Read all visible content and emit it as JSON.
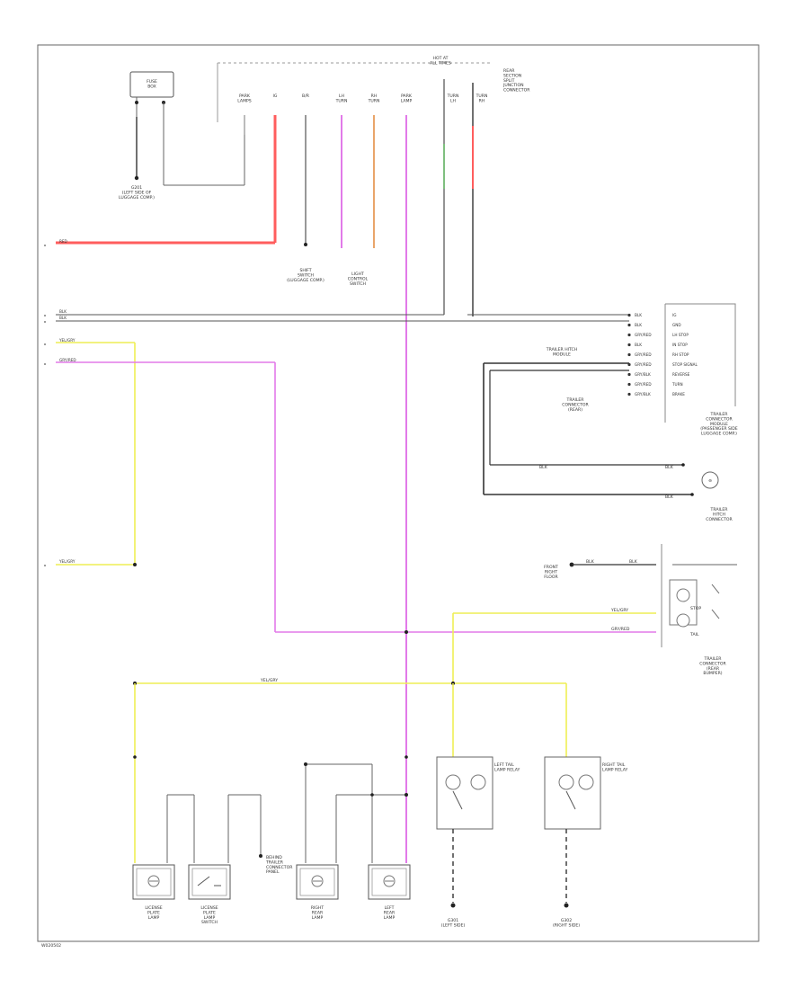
{
  "colors": {
    "red": "#ff6b6b",
    "pink": "#e27ae9",
    "orange": "#e9a56a",
    "yellow": "#eeee55",
    "gray": "#777777",
    "dark": "#333333",
    "green": "#7fbf7f",
    "frame": "#666666"
  },
  "top_block": {
    "fuse_label": "FUSE\nBOX",
    "header": "HOT AT\nALL TIMES",
    "right_note": "REAR\nSECTION\nSPLIT\nJUNCTION\nCONNECTOR",
    "pin_labels": [
      "PARK\nLAMPS",
      "IG",
      "B/R",
      "LH\nTURN",
      "RH\nTURN",
      "PARK\nLAMP",
      "TURN\nLH",
      "TURN\nRH"
    ],
    "ground_label": "G201\n(LEFT SIDE OF\nLUGGAGE COMP.)",
    "mid_label": "SHIFT\nSWITCH\n(LUGGAGE COMP.)",
    "mid_label2": "LIGHT\nCONTROL\nSWITCH"
  },
  "left_wires": [
    "RED",
    "BLK",
    "BLK",
    "YEL/GRY",
    "GRY/RED",
    "YEL/GRY"
  ],
  "right_connector": {
    "pins": [
      "BLK",
      "BLK",
      "GRY/RED",
      "BLK",
      "GRY/RED",
      "GRY/RED",
      "GRY/BLK",
      "GRY/RED",
      "GRY/BLK"
    ],
    "functions": [
      "IG",
      "GND",
      "LH STOP",
      "IN STOP",
      "RH STOP",
      "STOP SIGNAL",
      "REVERSE",
      "TURN",
      "BRAKE"
    ],
    "left_notes": [
      "TRAILER HITCH\nMODULE",
      "TRAILER\nCONNECTOR\n(REAR)"
    ],
    "module_label": "TRAILER\nCONNECTOR\nMODULE\n(PASSENGER SIDE\nLUGGAGE COMP.)"
  },
  "bottom_right_connector": {
    "wires": [
      "BLK",
      "BLK",
      "YEL/GRY",
      "GRY/RED"
    ],
    "note": "FRONT\nRIGHT\nFLOOR",
    "label": "TRAILER\nCONNECTOR\n(REAR\nBUMPER)",
    "relay_labels": [
      "STOP",
      "TAIL"
    ]
  },
  "trailer_connector_label": "TRAILER\nHITCH\nCONNECTOR",
  "bottom": {
    "bus_label": "YEL/GRY",
    "components": [
      {
        "label": "LICENSE\nPLATE\nLAMP"
      },
      {
        "label": "LICENSE\nPLATE\nLAMP\nSWITCH"
      },
      {
        "label": "RIGHT\nREAR\nLAMP"
      },
      {
        "label": "LEFT\nREAR\nLAMP"
      }
    ],
    "relays": [
      {
        "label": "LEFT TAIL\nLAMP RELAY",
        "ground": "G301\n(LEFT SIDE)"
      },
      {
        "label": "RIGHT TAIL\nLAMP RELAY",
        "ground": "G302\n(RIGHT SIDE)"
      }
    ],
    "shield_label": "BEHIND\nTRAILER\nCONNECTOR\nPANEL"
  },
  "footer_code": "W020502"
}
